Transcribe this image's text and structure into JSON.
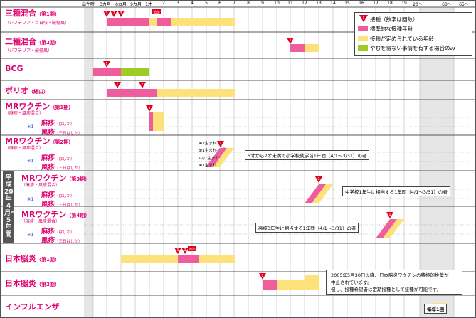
{
  "header": {
    "age_labels": [
      "出生時",
      "3カ月",
      "6カ月",
      "9カ月",
      "1才",
      "2",
      "3",
      "4",
      "5",
      "6",
      "7",
      "8",
      "9",
      "10",
      "11",
      "12",
      "13",
      "14",
      "15",
      "16",
      "17",
      "18",
      "19",
      "20",
      "60",
      "65"
    ],
    "age_suffix": "〜"
  },
  "legend": {
    "marker_text": "1",
    "marker_label": "接種（数字は回数）",
    "standard": "標準的な接種年齢",
    "defined": "接種が定められている年齢",
    "special": "やむを得ない事情を有する場合のみ"
  },
  "colors": {
    "pink": "#ef5d9d",
    "yellow": "#fde27c",
    "green": "#9fcc24",
    "red": "#e0001b",
    "header_pink": "#e0006f",
    "star_blue": "#1a4fd6",
    "stripe_gray": "#e6e6e6"
  },
  "vaccines": {
    "dpt1": {
      "name": "三種混合",
      "phase": "（第1期）",
      "sub": "（ジフテリア・百日咳・破傷風）",
      "markers": [
        "1",
        "2",
        "3"
      ],
      "booster_marker": "追加"
    },
    "dt2": {
      "name": "二種混合",
      "phase": "（第2期）",
      "sub": "（ジフテリア・破傷風）",
      "markers": [
        "1"
      ]
    },
    "bcg": {
      "name": "BCG",
      "markers": [
        "1"
      ]
    },
    "polio": {
      "name": "ポリオ",
      "phase": "（経口）",
      "markers": [
        "1",
        "2"
      ]
    },
    "mr1": {
      "name": "MRワクチン",
      "phase": "（第1期）",
      "sub": "（麻疹・風疹混合）",
      "markers": [
        "1"
      ]
    },
    "mr2": {
      "name": "MRワクチン",
      "phase": "（第2期）",
      "sub": "（麻疹・風疹混合）",
      "markers": [
        "1"
      ]
    },
    "mr3": {
      "name": "MRワクチン",
      "phase": "（第3期）",
      "sub": "（麻疹・風疹混合）",
      "markers": [
        "1"
      ]
    },
    "mr4": {
      "name": "MRワクチン",
      "phase": "（第4期）",
      "sub": "（麻疹・風疹混合）",
      "markers": [
        "1"
      ]
    },
    "je1": {
      "name": "日本脳炎",
      "phase": "（第1期）",
      "markers": [
        "1",
        "2"
      ],
      "booster_marker": "追加"
    },
    "je2": {
      "name": "日本脳炎",
      "phase": "（第2期）",
      "markers": [
        "1"
      ]
    },
    "flu": {
      "name": "インフルエンザ"
    }
  },
  "sub_rows": {
    "star": "※1",
    "measles": "麻疹",
    "measles_note": "（はしか）",
    "rubella": "風疹",
    "rubella_note": "（三日ばしか）"
  },
  "vertical_label": "平成20年4月〜5年間",
  "notes": {
    "mr2_birth": [
      "4/2生まれ",
      "8/1生まれ",
      "12/1生まれ",
      "4/1生まれ"
    ],
    "mr2": "5才から7才未満で小学校就学前1年間（4/1〜3/31）の者",
    "mr3": "中学校1年生に相当する1年間（4/1〜3/31）の者",
    "mr4": "高校3年生に相当する1年間（4/1〜3/31）の者",
    "je2": [
      "2005年5月30日以降、日本脳炎ワクチンの積極的推奨が",
      "中止されています。",
      "但し、接種希望者は定期接種として接種が可能です。"
    ],
    "flu": "毎年1回"
  }
}
